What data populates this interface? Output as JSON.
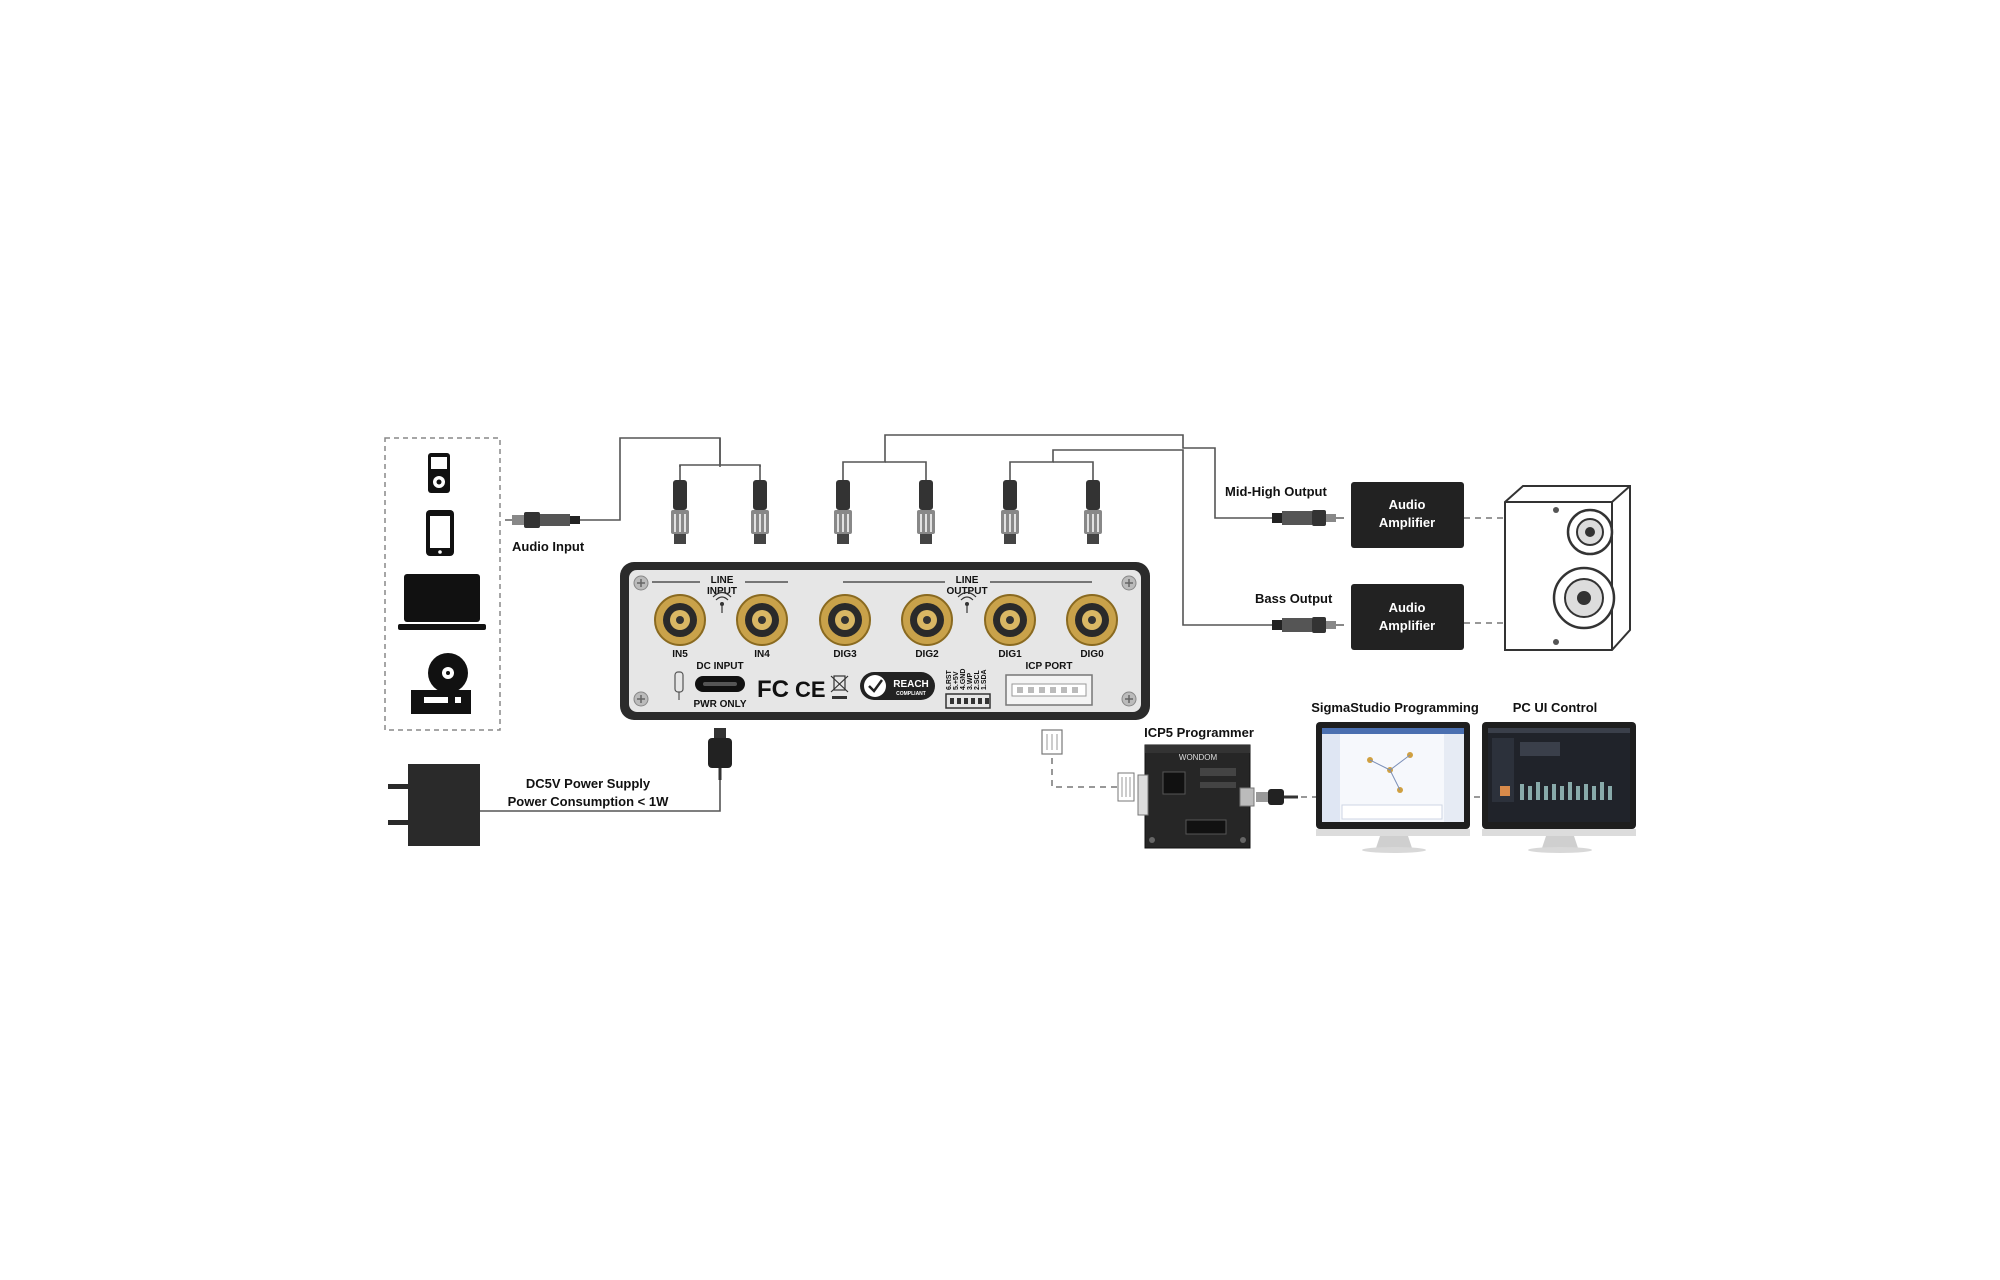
{
  "labels": {
    "audio_input": "Audio Input",
    "mid_high_output": "Mid-High Output",
    "bass_output": "Bass Output",
    "amp_1_line1": "Audio",
    "amp_1_line2": "Amplifier",
    "amp_2_line1": "Audio",
    "amp_2_line2": "Amplifier",
    "power_line1": "DC5V Power Supply",
    "power_line2": "Power Consumption < 1W",
    "icp5": "ICP5 Programmer",
    "sigma": "SigmaStudio Programming",
    "pcui": "PC UI Control"
  },
  "panel": {
    "line_input_1": "LINE",
    "line_input_2": "INPUT",
    "line_output_1": "LINE",
    "line_output_2": "OUTPUT",
    "jacks": [
      "IN5",
      "IN4",
      "DIG3",
      "DIG2",
      "DIG1",
      "DIG0"
    ],
    "dc_input": "DC INPUT",
    "pwr_only": "PWR ONLY",
    "fc": "FC",
    "ce": "CE",
    "reach": "REACH",
    "compliant": "COMPLIANT",
    "icp_port": "ICP PORT",
    "pins": [
      "6.RST",
      "5.+5V",
      "4.GND",
      "3.WP",
      "2.SCL",
      "1.SDA"
    ]
  },
  "board_logo": "WONDOM",
  "colors": {
    "panel": "#2b2b2b",
    "panel_face": "#e6e6e6",
    "gold": "#c9a24a",
    "amp_box": "#222222"
  }
}
